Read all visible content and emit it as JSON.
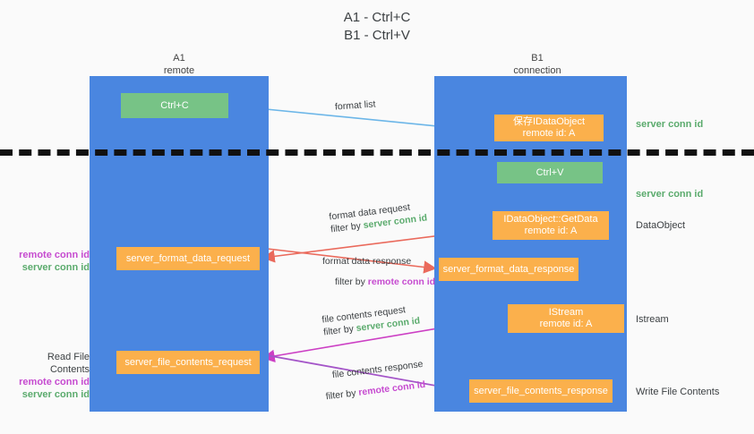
{
  "title": "A1 - Ctrl+C\nB1 - Ctrl+V",
  "lanes": [
    {
      "id": "a1",
      "title": "A1",
      "subtitle": "remote",
      "header": "A1\nremote",
      "color": "#4a86e0"
    },
    {
      "id": "b1",
      "title": "B1",
      "subtitle": "connection",
      "header": "B1\nconnection",
      "color": "#4a86e0"
    }
  ],
  "colors": {
    "lane": "#4a86e0",
    "green_box": "#77c386",
    "orange_box": "#fbb04c",
    "server_conn_id": "#5bab6d",
    "remote_conn_id": "#c64bd0",
    "arrow_blue": "#6cb6e8",
    "arrow_red": "#ea6a5c",
    "arrow_magenta": "#cc3fc4",
    "arrow_purple": "#a455c8",
    "arrow_black": "#111111",
    "separator": "#111111",
    "background": "#fafafa"
  },
  "boxes": {
    "ctrl_c": "Ctrl+C",
    "save_idataobject": "保存IDataObject\nremote id: A",
    "ctrl_v": "Ctrl+V",
    "getdata": "IDataObject::GetData\nremote id: A",
    "server_format_data_request": "server_format_data_request",
    "server_format_data_response": "server_format_data_response",
    "istream": "IStream\nremote id: A",
    "server_file_contents_request": "server_file_contents_request",
    "server_file_contents_response": "server_file_contents_response"
  },
  "edge_labels": {
    "format_list": "format list",
    "format_data_request": "format data request",
    "format_data_request_filter_prefix": "filter by ",
    "format_data_request_filter_key": "server conn id",
    "format_data_response": "format data response",
    "format_data_response_filter_prefix": "filter by ",
    "format_data_response_filter_key": "remote conn id",
    "file_contents_request": "file contents request",
    "file_contents_request_filter_prefix": "filter by ",
    "file_contents_request_filter_key": "server conn id",
    "file_contents_response": "file contents response",
    "file_contents_response_filter_prefix": "filter by ",
    "file_contents_response_filter_key": "remote conn id"
  },
  "annotations": {
    "right_server_conn_id_1": "server conn id",
    "right_server_conn_id_2": "server conn id",
    "dataobject": "DataObject",
    "istream": "Istream",
    "write_file_contents": "Write File Contents",
    "left_remote_conn_id_1": "remote conn id",
    "left_server_conn_id_1": "server conn id",
    "read_file_contents": "Read File Contents",
    "left_remote_conn_id_2": "remote conn id",
    "left_server_conn_id_2": "server conn id"
  }
}
